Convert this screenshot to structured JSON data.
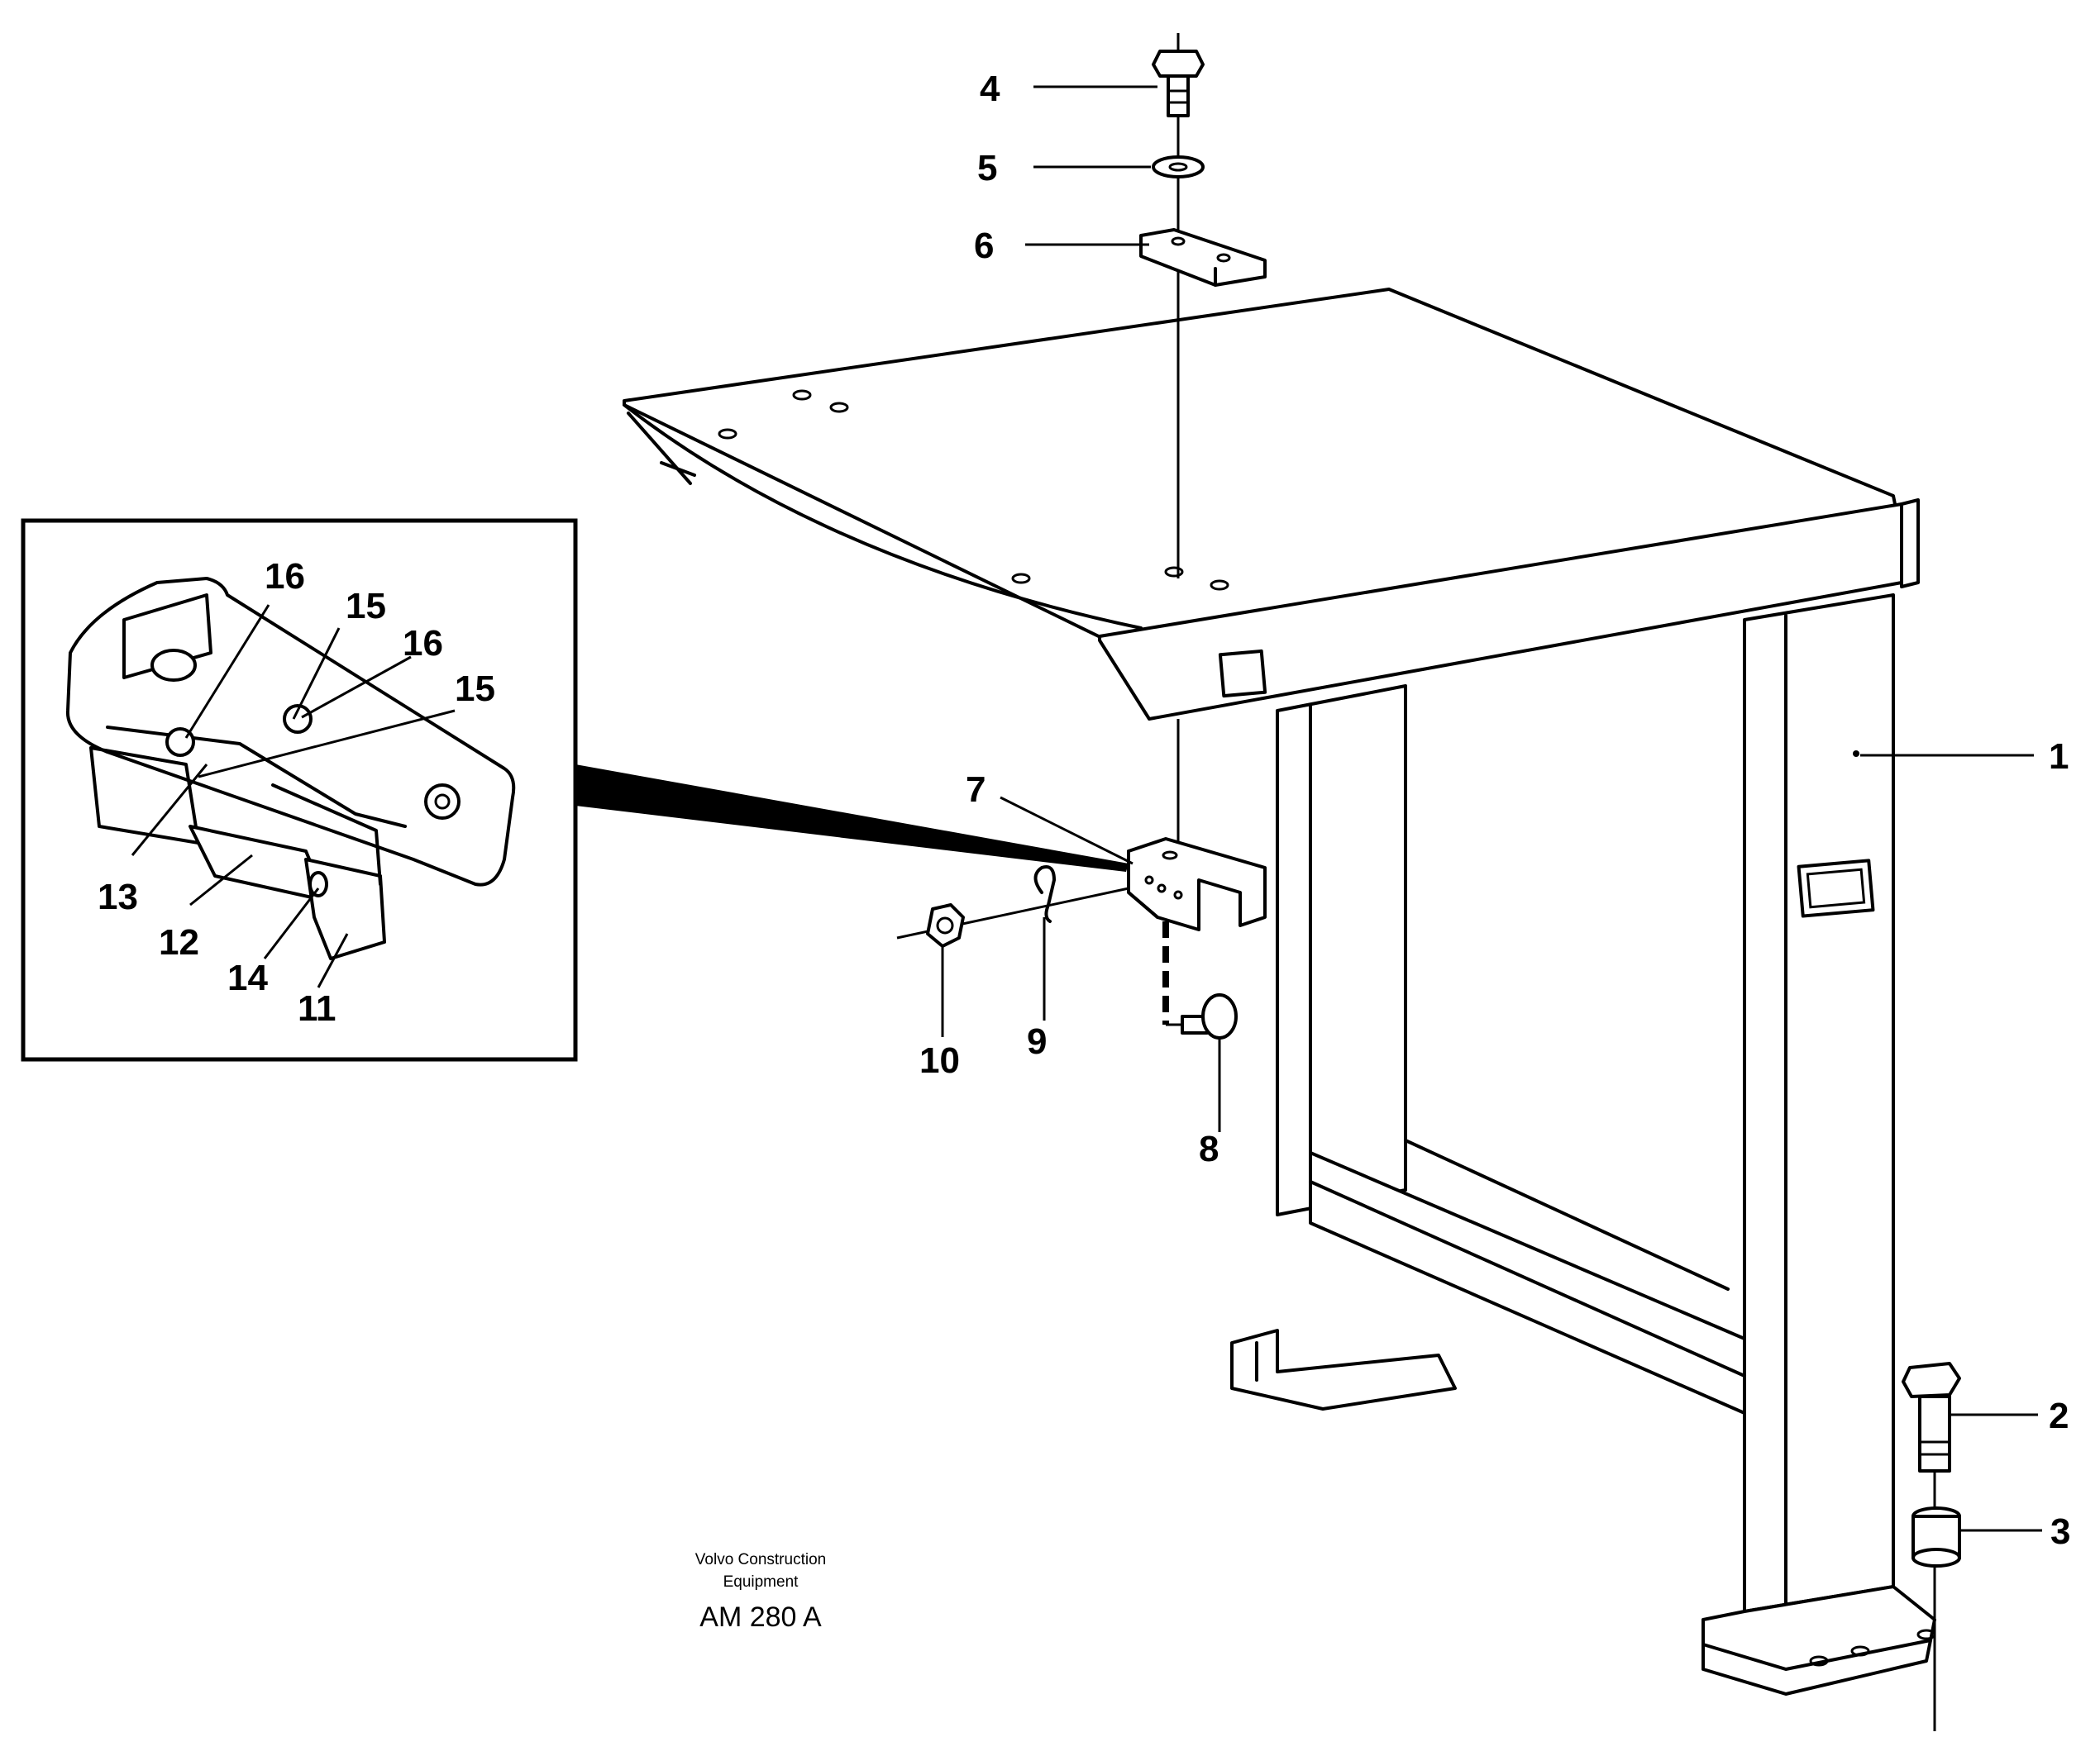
{
  "diagram": {
    "labels": {
      "p1": "1",
      "p2": "2",
      "p3": "3",
      "p4": "4",
      "p5": "5",
      "p6": "6",
      "p7": "7",
      "p8": "8",
      "p9": "9",
      "p10": "10",
      "p11": "11",
      "p12": "12",
      "p13": "13",
      "p14": "14",
      "p15a": "15",
      "p15b": "15",
      "p16a": "16",
      "p16b": "16"
    },
    "footer": {
      "line1": "Volvo Construction",
      "line2": "Equipment",
      "code": "AM 280 A"
    }
  }
}
